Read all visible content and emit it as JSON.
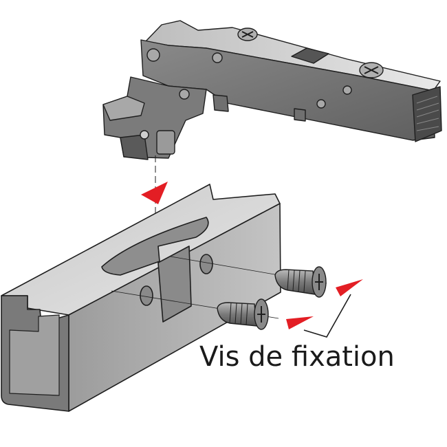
{
  "diagram": {
    "label": "Vis de fixation",
    "components": [
      "hinge",
      "aluminium-profile",
      "screw-top",
      "screw-bottom"
    ],
    "arrows": [
      {
        "name": "insert-arrow",
        "color": "#e31e24"
      },
      {
        "name": "screw-top-arrow",
        "color": "#e31e24"
      },
      {
        "name": "screw-bottom-arrow",
        "color": "#e31e24"
      }
    ],
    "colors": {
      "metal_dark": "#6e6e6e",
      "metal_mid": "#9a9a9a",
      "metal_light": "#d4d4d4",
      "outline": "#1e1e1e",
      "arrow": "#e31e24"
    }
  }
}
